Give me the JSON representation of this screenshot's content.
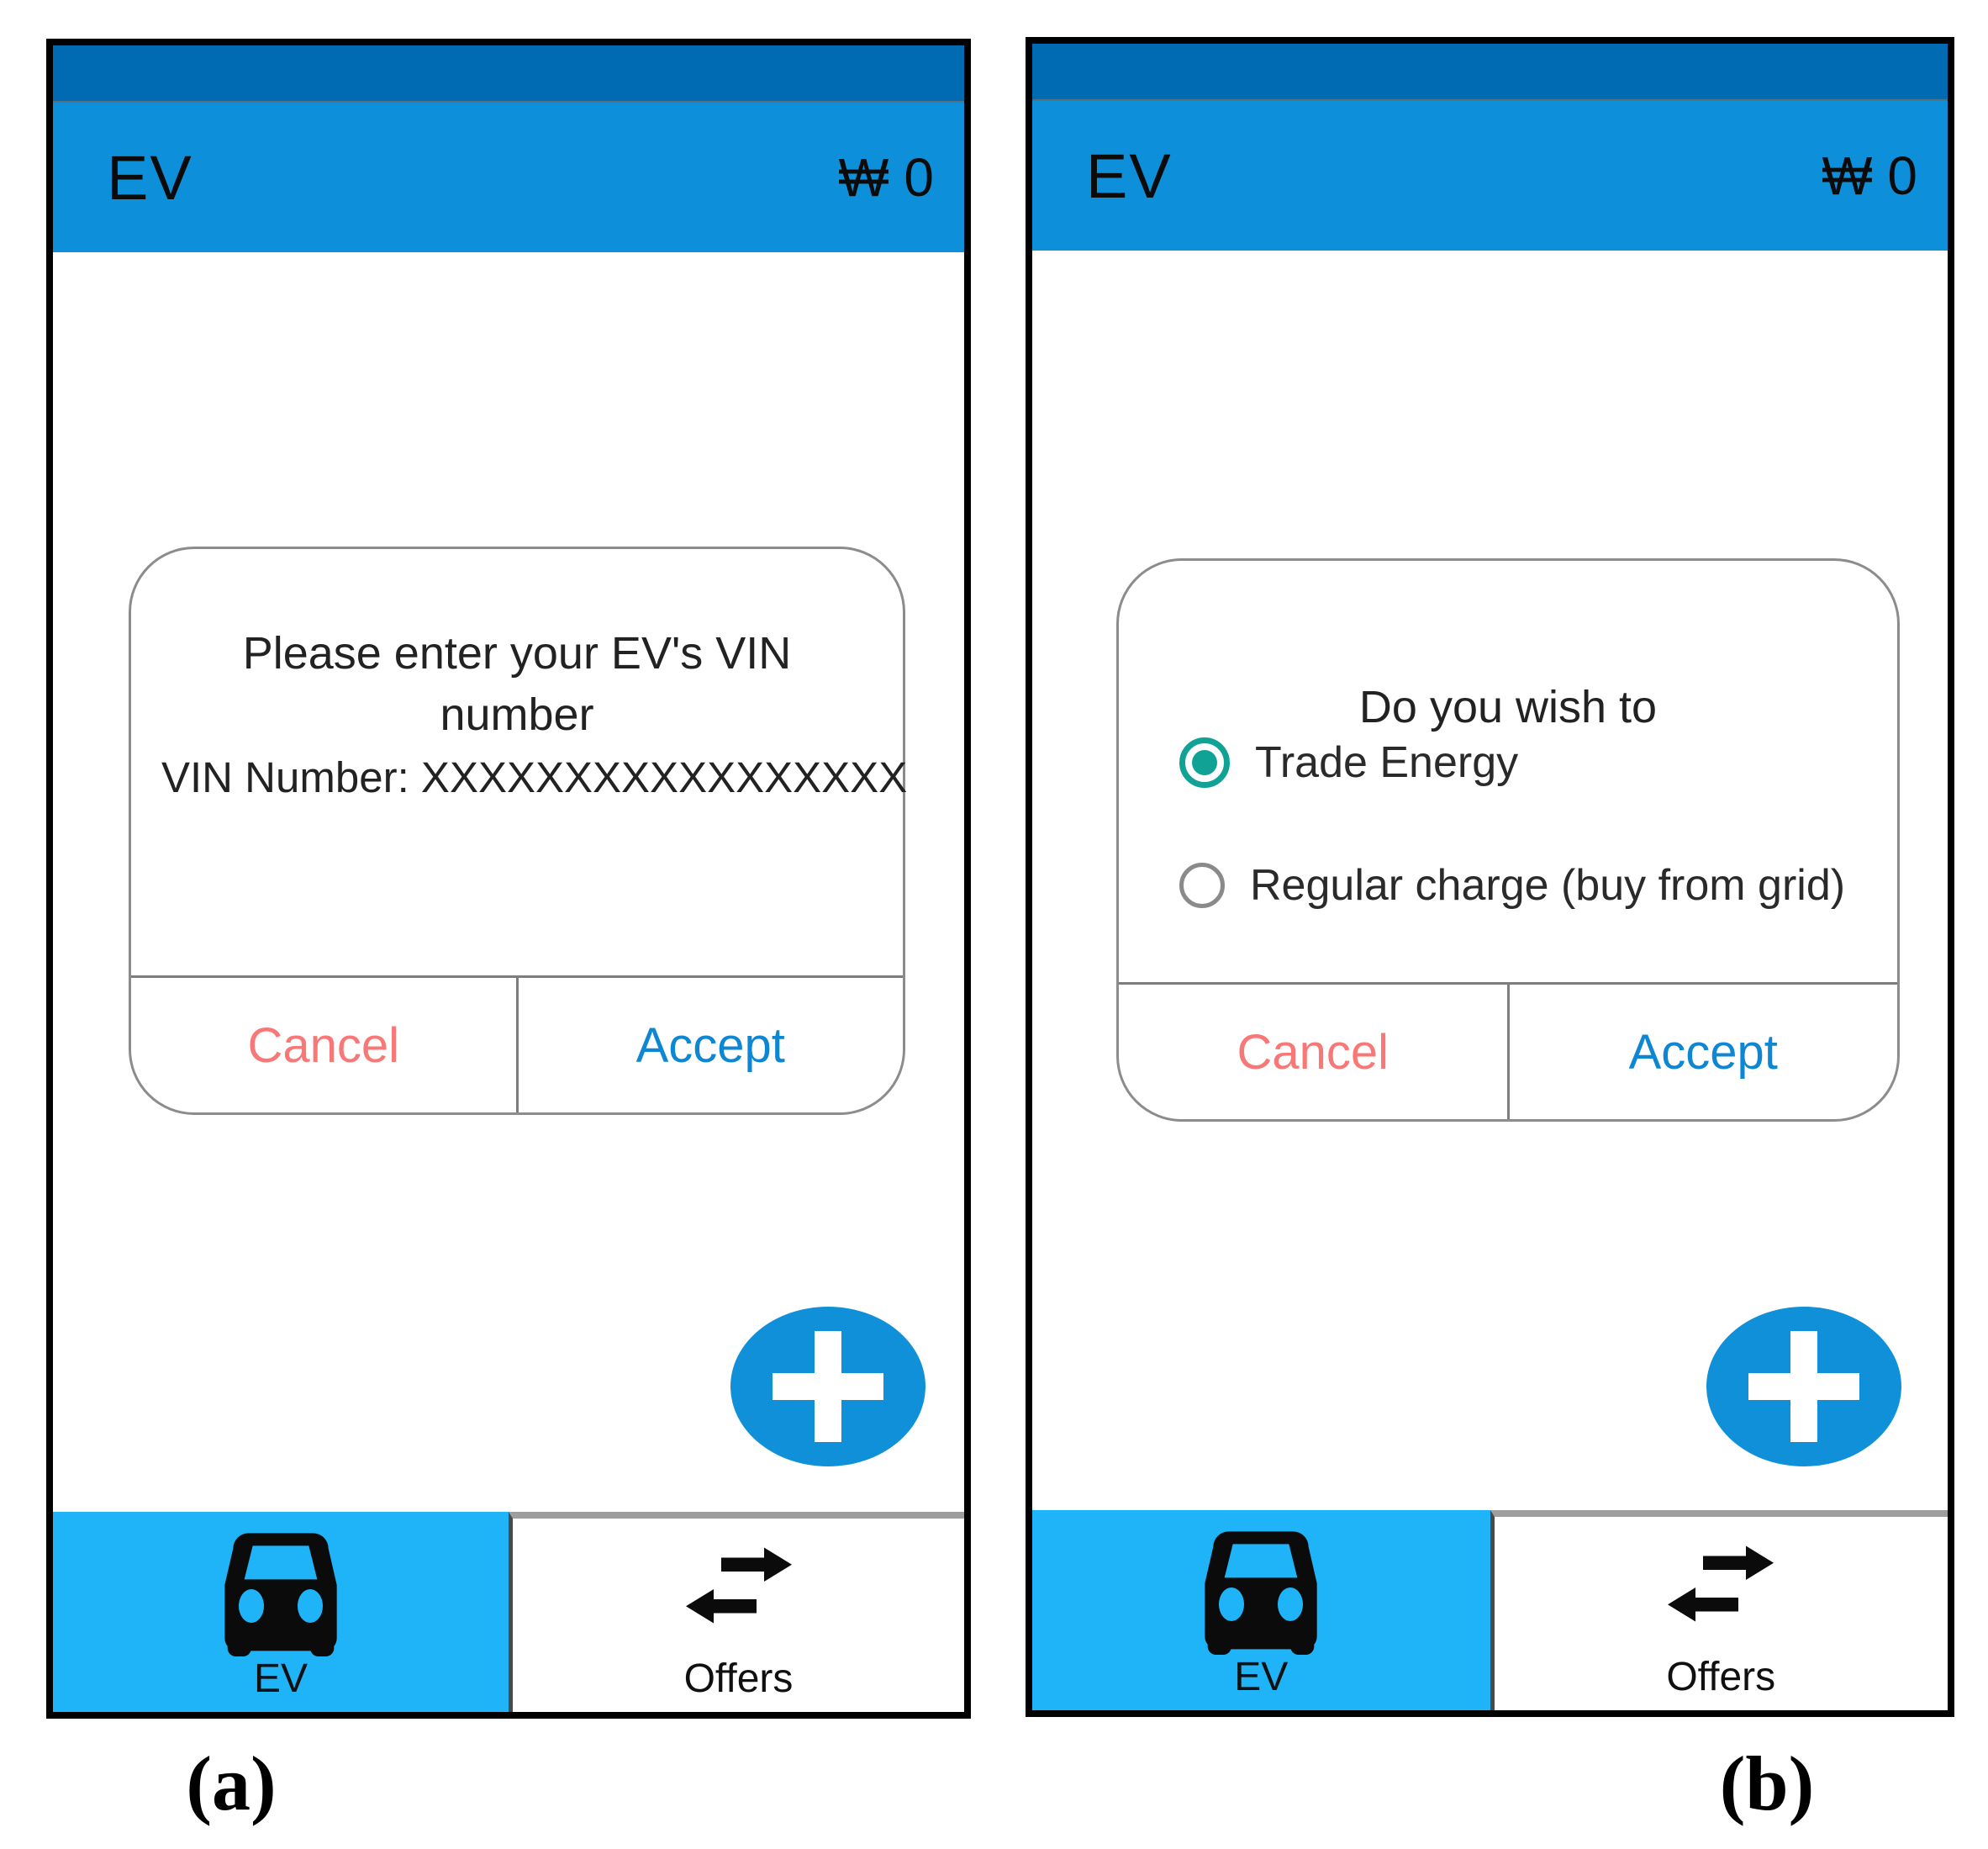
{
  "colors": {
    "statusbar_blue": "#006AB2",
    "header_blue": "#0E8FD9",
    "tab_active_blue": "#1FB3F8",
    "fab_blue": "#1090D8",
    "accept_blue": "#0D86D3",
    "cancel_red": "#F87878",
    "radio_selected_teal": "#11A296"
  },
  "icons": {
    "fab": "plus-icon",
    "ev_tab": "car-icon",
    "offers_tab": "swap-arrows-icon"
  },
  "captions": {
    "a": "(a)",
    "b": "(b)"
  },
  "screen_a": {
    "header": {
      "title": "EV",
      "balance": "₩ 0"
    },
    "dialog": {
      "title_line1": "Please enter your EV's VIN",
      "title_line2": "number",
      "vin_label": "VIN Number:",
      "vin_value": "XXXXXXXXXXXXXXXXX",
      "cancel_label": "Cancel",
      "accept_label": "Accept"
    },
    "tabs": {
      "ev": "EV",
      "offers": "Offers"
    }
  },
  "screen_b": {
    "header": {
      "title": "EV",
      "balance": "₩ 0"
    },
    "dialog": {
      "title": "Do you wish to",
      "options": [
        {
          "label": "Trade Energy",
          "selected": true
        },
        {
          "label": "Regular charge (buy from grid)",
          "selected": false
        }
      ],
      "cancel_label": "Cancel",
      "accept_label": "Accept"
    },
    "tabs": {
      "ev": "EV",
      "offers": "Offers"
    }
  }
}
